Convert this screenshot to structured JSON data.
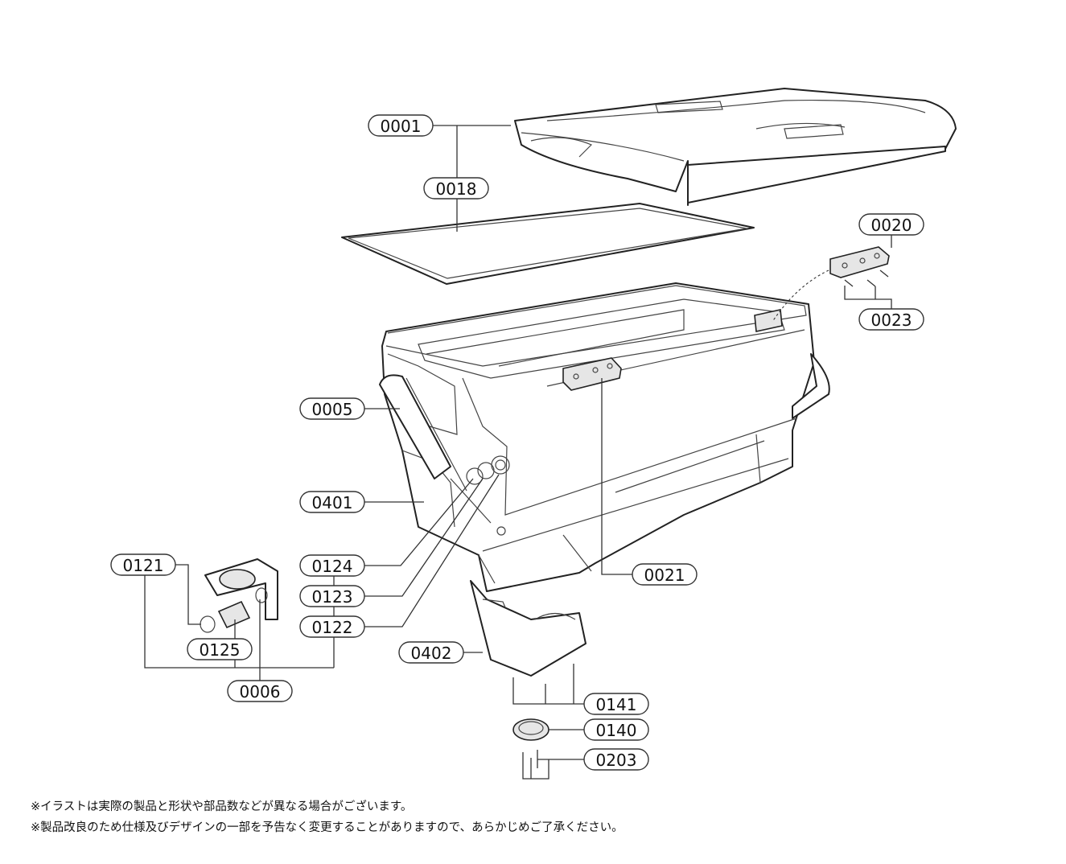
{
  "parts": [
    {
      "id": "p0001",
      "label": "0001"
    },
    {
      "id": "p0018",
      "label": "0018"
    },
    {
      "id": "p0020",
      "label": "0020"
    },
    {
      "id": "p0023",
      "label": "0023"
    },
    {
      "id": "p0005",
      "label": "0005"
    },
    {
      "id": "p0401",
      "label": "0401"
    },
    {
      "id": "p0121",
      "label": "0121"
    },
    {
      "id": "p0124",
      "label": "0124"
    },
    {
      "id": "p0123",
      "label": "0123"
    },
    {
      "id": "p0122",
      "label": "0122"
    },
    {
      "id": "p0125",
      "label": "0125"
    },
    {
      "id": "p0006",
      "label": "0006"
    },
    {
      "id": "p0021",
      "label": "0021"
    },
    {
      "id": "p0402",
      "label": "0402"
    },
    {
      "id": "p0141",
      "label": "0141"
    },
    {
      "id": "p0140",
      "label": "0140"
    },
    {
      "id": "p0203",
      "label": "0203"
    }
  ],
  "notes": {
    "line1": "※イラストは実際の製品と形状や部品数などが異なる場合がございます。",
    "line2": "※製品改良のため仕様及びデザインの一部を予告なく変更することがありますので、あらかじめご了承ください。"
  }
}
